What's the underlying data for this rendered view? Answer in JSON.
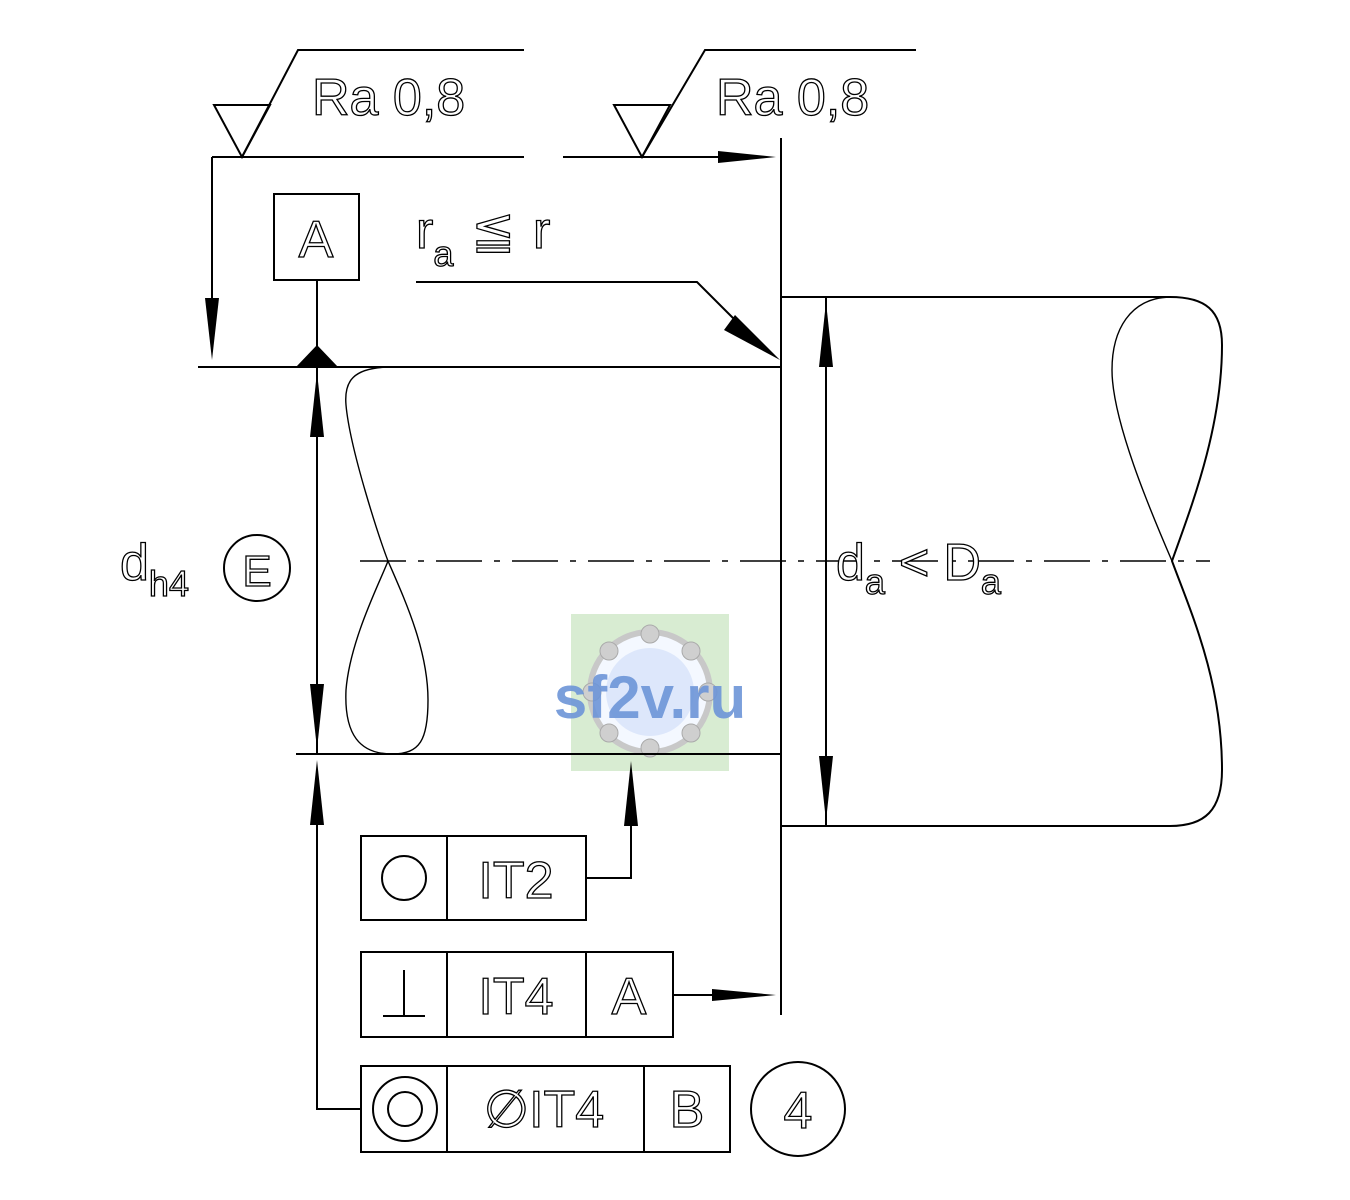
{
  "surface_finish": [
    {
      "label": "Ra 0,8"
    },
    {
      "label": "Ra 0,8"
    }
  ],
  "datum_a": {
    "label": "A"
  },
  "radius_condition": {
    "r": "r",
    "sub": "a",
    "op": "≦",
    "rhs": "r"
  },
  "shaft_diameter": {
    "symbol": "d",
    "sub": "h4",
    "envelope": "E"
  },
  "abutment_diameter": {
    "d": "d",
    "d_sub": "a",
    "op": "<",
    "D": "D",
    "D_sub": "a"
  },
  "frames": {
    "roundness": {
      "symbol": "○",
      "tolerance": "IT2"
    },
    "perpendicularity": {
      "symbol": "⊥",
      "tolerance": "IT4",
      "datum": "A"
    },
    "coaxiality": {
      "symbol": "◎",
      "tolerance": "∅IT4",
      "datum": "B",
      "note": "4"
    }
  },
  "watermark": {
    "text": "sf2v.ru",
    "colors": {
      "bg": "#d8ecd2",
      "text": "#6d95d8"
    }
  }
}
